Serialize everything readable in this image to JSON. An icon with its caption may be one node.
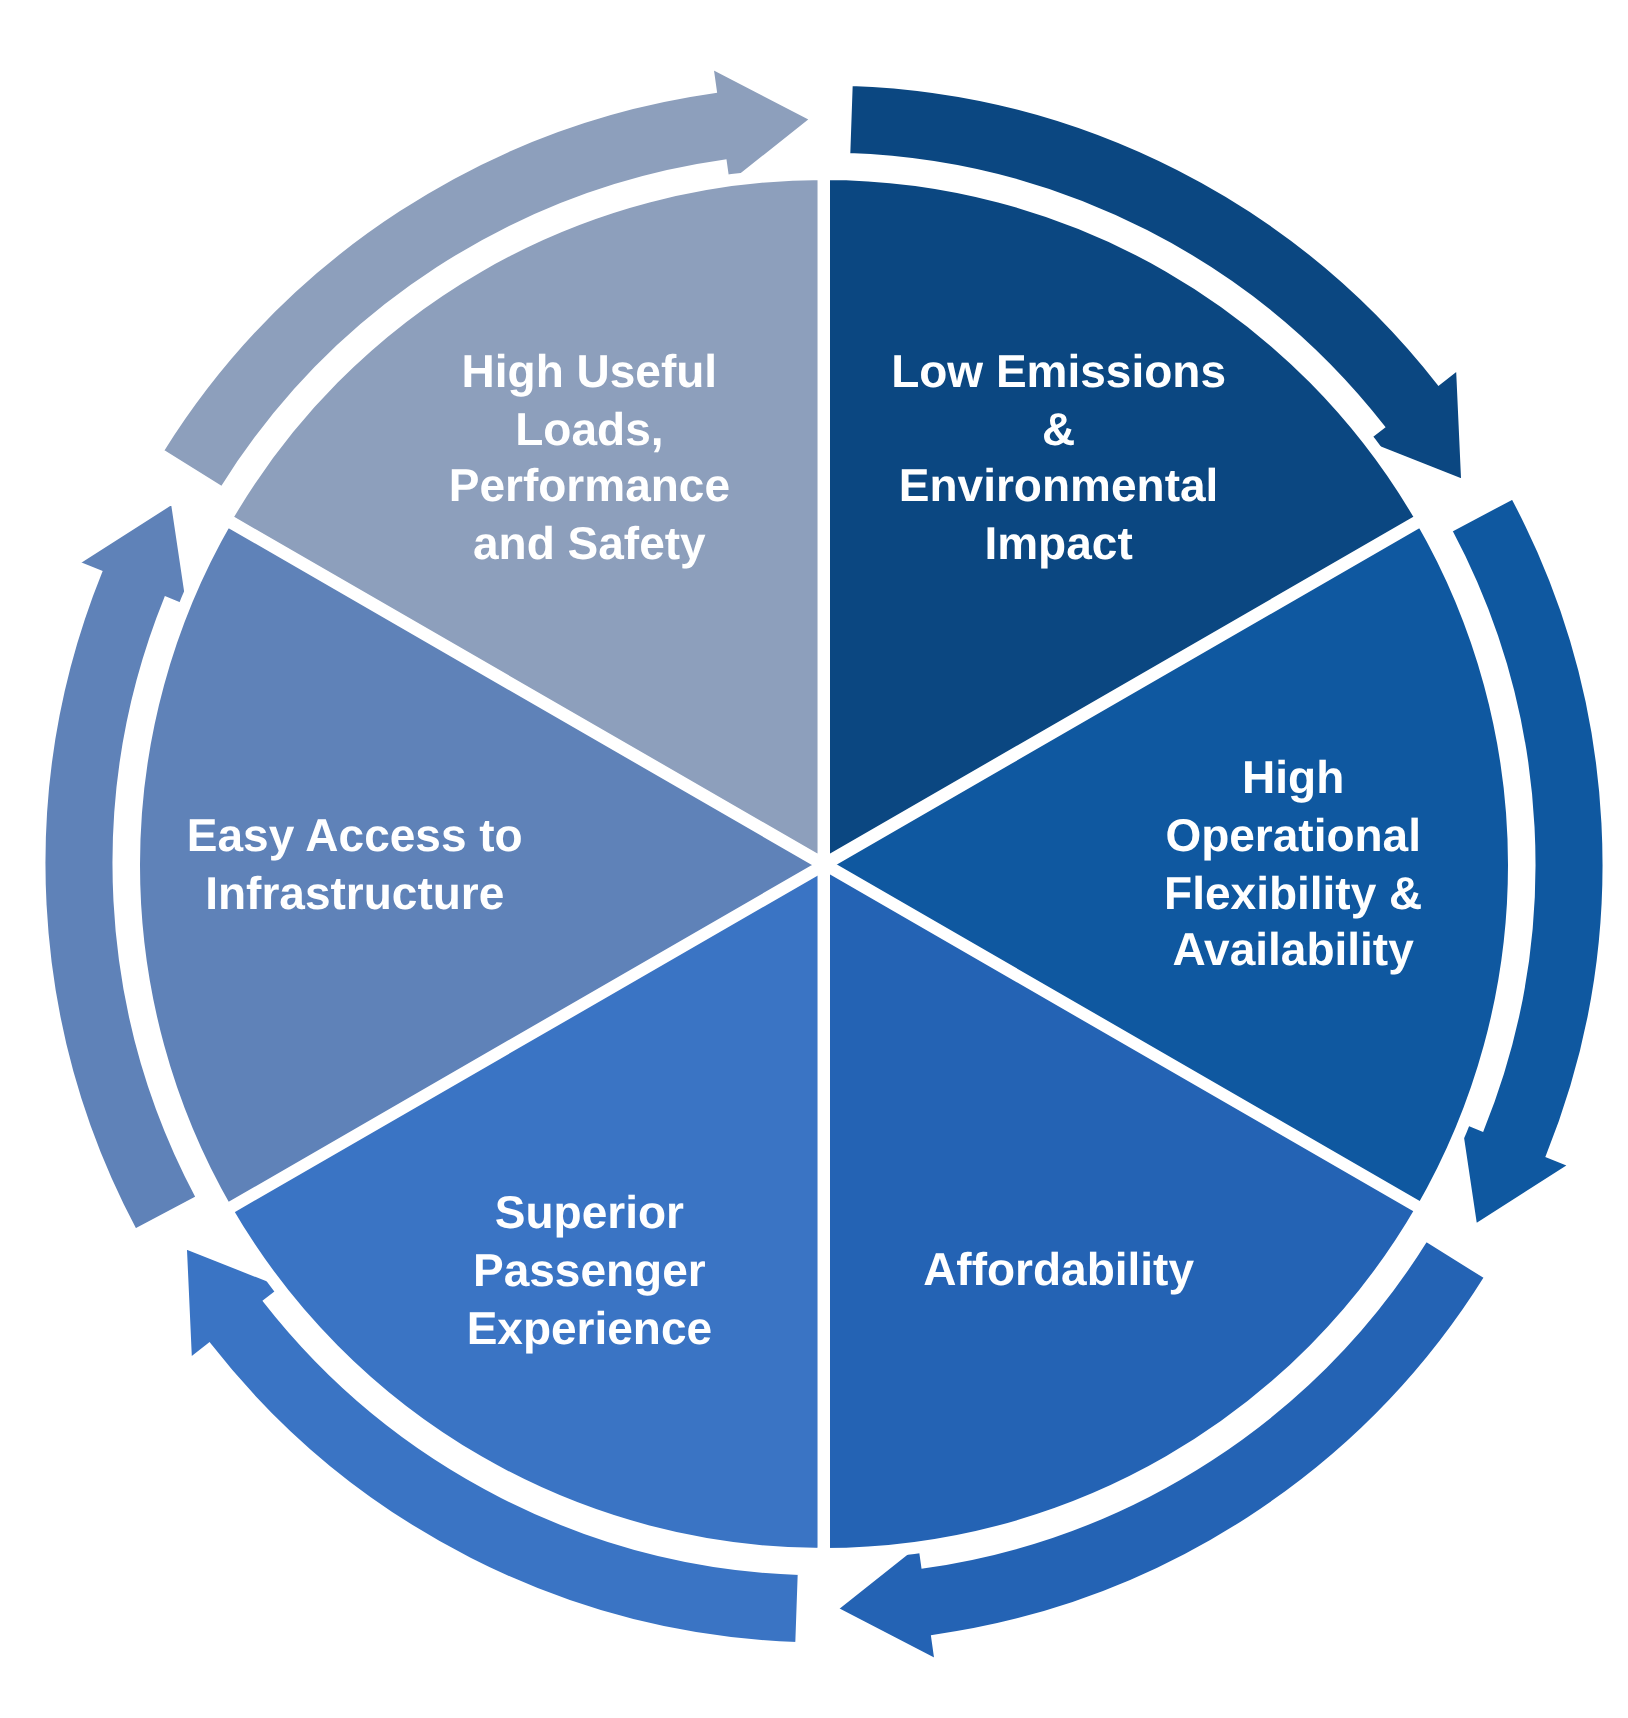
{
  "diagram": {
    "nodes": [
      {
        "text": [
          "High Useful Loads, Performance and Safety"
        ]
      },
      {
        "text": [
          "Low Emissions & Environmental Impact"
        ]
      },
      {
        "text": [
          "High Operational Flexibility & Availability"
        ]
      },
      {
        "text": [
          "Affordability"
        ]
      },
      {
        "text": [
          "Superior Passenger Experience"
        ]
      },
      {
        "text": [
          "Easy Access to Infrastructure"
        ]
      }
    ],
    "edges": [
      {
        "from": 0,
        "to": 1,
        "arrow": "to"
      },
      {
        "from": 1,
        "to": 2,
        "arrow": "to"
      },
      {
        "from": 2,
        "to": 3,
        "arrow": "to"
      },
      {
        "from": 3,
        "to": 4,
        "arrow": "to"
      },
      {
        "from": 4,
        "to": 5,
        "arrow": "to"
      },
      {
        "from": 5,
        "to": 0,
        "arrow": "to"
      }
    ]
  }
}
